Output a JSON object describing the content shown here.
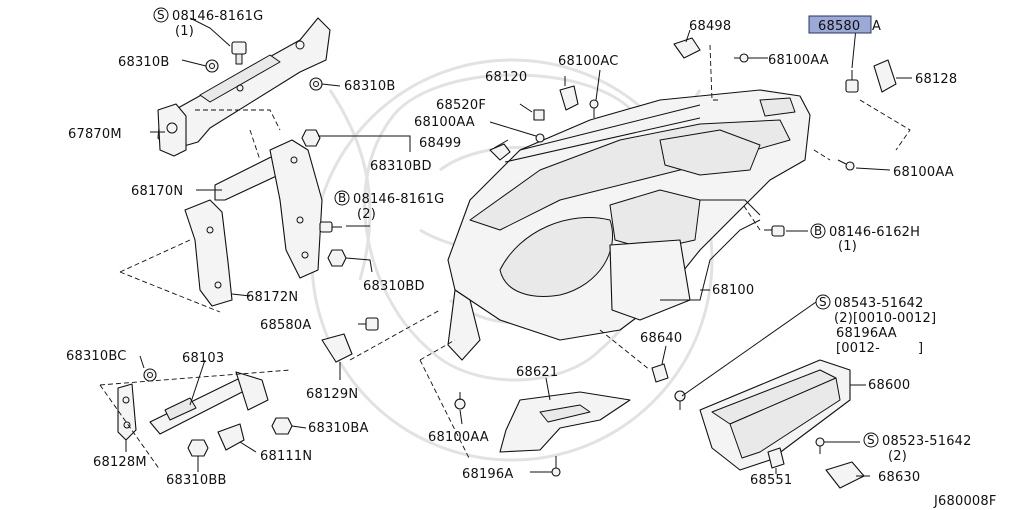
{
  "labels": {
    "s_08146_8161G": "08146-8161G",
    "s_08146_8161G_qty": "(1)",
    "p_68310B_a": "68310B",
    "p_68310B_b": "68310B",
    "p_67870M": "67870M",
    "p_68310BD_a": "68310BD",
    "p_68170N": "68170N",
    "b_08146_8161G": "08146-8161G",
    "b_08146_8161G_qty": "(2)",
    "p_68172N": "68172N",
    "p_68310BD_b": "68310BD",
    "p_68580A_left": "68580A",
    "p_68129N": "68129N",
    "p_68310BC": "68310BC",
    "p_68103": "68103",
    "p_68128M": "68128M",
    "p_68310BA": "68310BA",
    "p_68111N": "68111N",
    "p_68310BB": "68310BB",
    "p_68100AA_bl": "68100AA",
    "p_68621": "68621",
    "p_68196A": "68196A",
    "p_68498": "68498",
    "p_68580A_highlight_part": "68580",
    "p_68580A_highlight_suffix": "A",
    "p_68100AA_top": "68100AA",
    "p_68128": "68128",
    "p_68120": "68120",
    "p_68100AC": "68100AC",
    "p_68520F": "68520F",
    "p_68100AA_mid": "68100AA",
    "p_68499": "68499",
    "p_68100AA_right": "68100AA",
    "b_08146_6162H": "08146-6162H",
    "b_08146_6162H_qty": "(1)",
    "p_68100": "68100",
    "s_08543_51642": "08543-51642",
    "s_08543_51642_note": "(2)[0010-0012]",
    "p_68196AA": "68196AA",
    "p_68196AA_note_open": "[0012-",
    "p_68196AA_note_close": "]",
    "p_68640": "68640",
    "p_68600": "68600",
    "s_08523_51642": "08523-51642",
    "s_08523_51642_qty": "(2)",
    "p_68551": "68551",
    "p_68630": "68630",
    "diagram_id": "J680008F"
  },
  "symbols": {
    "s": "S",
    "b": "B"
  },
  "highlight_color": "#9aa9d6"
}
